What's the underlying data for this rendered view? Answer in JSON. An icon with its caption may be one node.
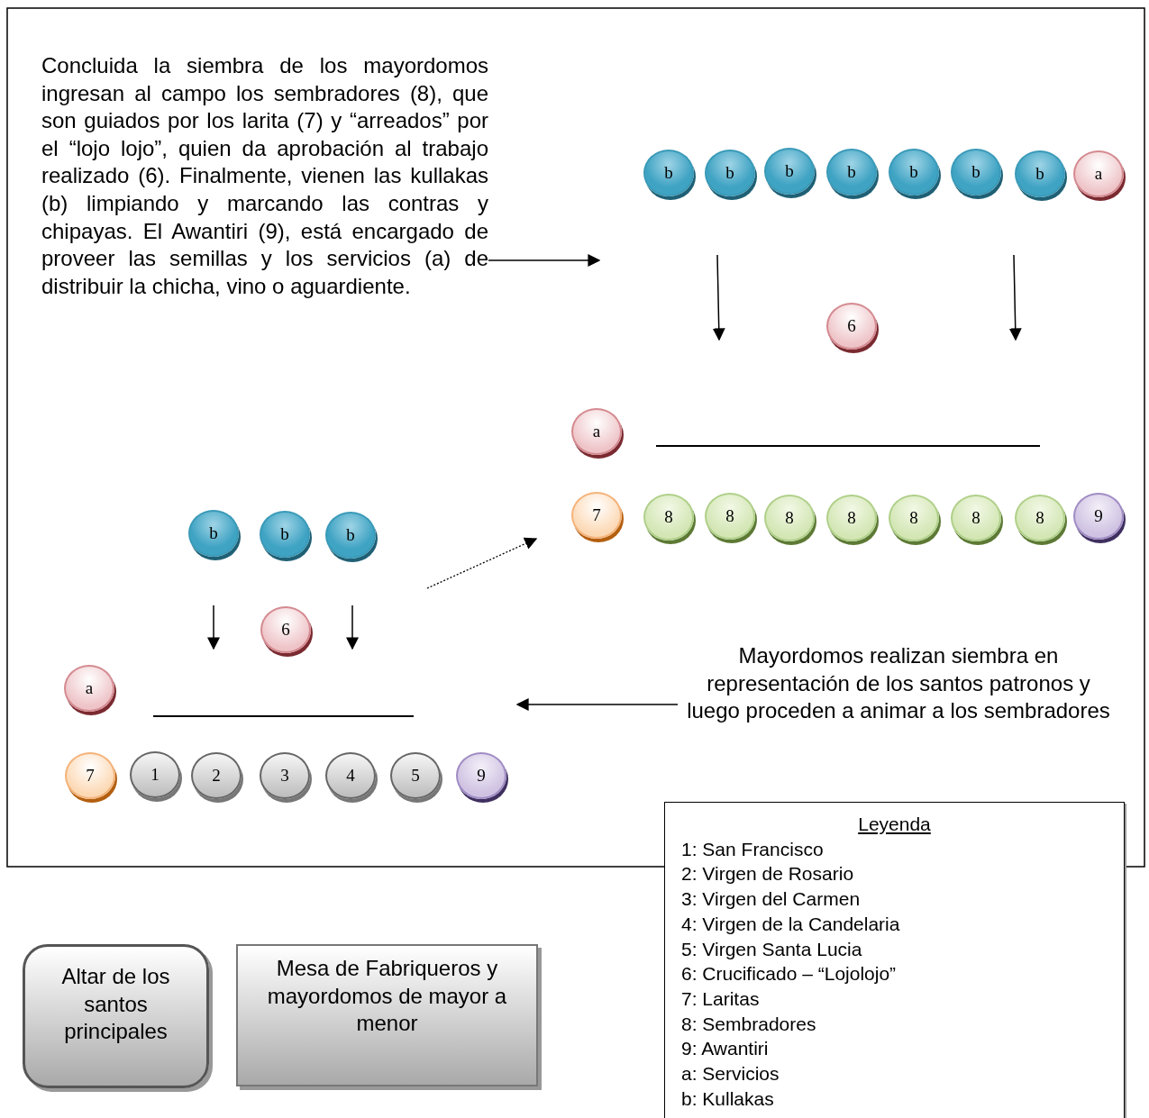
{
  "diagram": {
    "nodes": [
      {
        "text": [
          "Concluida la siembra de los mayordomos ingresan al campo los sembradores (8), que son guiados por los larita (7) y “arreados” por el “lojo lojo”, quien da aprobación al trabajo realizado (6). Finalmente, vienen las kullakas (b) limpiando y marcando las contras y chipayas. El Awantiri (9), está encargado de proveer las semillas y los servicios (a) de distribuir la chicha, vino o aguardiente."
        ]
      },
      {
        "text": [
          "b"
        ]
      },
      {
        "text": [
          "b"
        ]
      },
      {
        "text": [
          "b"
        ]
      },
      {
        "text": [
          "b"
        ]
      },
      {
        "text": [
          "b"
        ]
      },
      {
        "text": [
          "b"
        ]
      },
      {
        "text": [
          "b"
        ]
      },
      {
        "text": [
          "a"
        ]
      },
      {
        "text": [
          "6"
        ]
      },
      {
        "text": [
          "a"
        ]
      },
      {
        "text": [
          "7"
        ]
      },
      {
        "text": [
          "8"
        ]
      },
      {
        "text": [
          "8"
        ]
      },
      {
        "text": [
          "8"
        ]
      },
      {
        "text": [
          "8"
        ]
      },
      {
        "text": [
          "8"
        ]
      },
      {
        "text": [
          "8"
        ]
      },
      {
        "text": [
          "8"
        ]
      },
      {
        "text": [
          "9"
        ]
      },
      {
        "text": [
          "b"
        ]
      },
      {
        "text": [
          "b"
        ]
      },
      {
        "text": [
          "b"
        ]
      },
      {
        "text": [
          "6"
        ]
      },
      {
        "text": [
          "Mayordomos realizan siembra en representación de los santos patronos y luego proceden a animar a los sembradores"
        ]
      },
      {
        "text": [
          "a"
        ]
      },
      {
        "text": [
          "7"
        ]
      },
      {
        "text": [
          "1"
        ]
      },
      {
        "text": [
          "2"
        ]
      },
      {
        "text": [
          "3"
        ]
      },
      {
        "text": [
          "4"
        ]
      },
      {
        "text": [
          "5"
        ]
      },
      {
        "text": [
          "9"
        ]
      },
      {
        "text": [
          "Altar de los santos principales"
        ]
      },
      {
        "text": [
          "Mesa de Fabriqueros y mayordomos de mayor a menor"
        ]
      },
      {
        "text": [
          "Leyenda",
          "1: San Francisco",
          "2: Virgen de Rosario",
          "3: Virgen del Carmen",
          "4: Virgen de la Candelaria",
          "5: Virgen Santa Lucia",
          "6: Crucificado – “Lojolojo”",
          "7: Laritas",
          "8: Sembradores",
          "9: Awantiri",
          "a: Servicios",
          "b: Kullakas"
        ]
      }
    ],
    "edges": [
      {
        "from": 0,
        "to": null,
        "arrow": "to"
      },
      {
        "from": 24,
        "to": null,
        "arrow": "to"
      }
    ]
  }
}
